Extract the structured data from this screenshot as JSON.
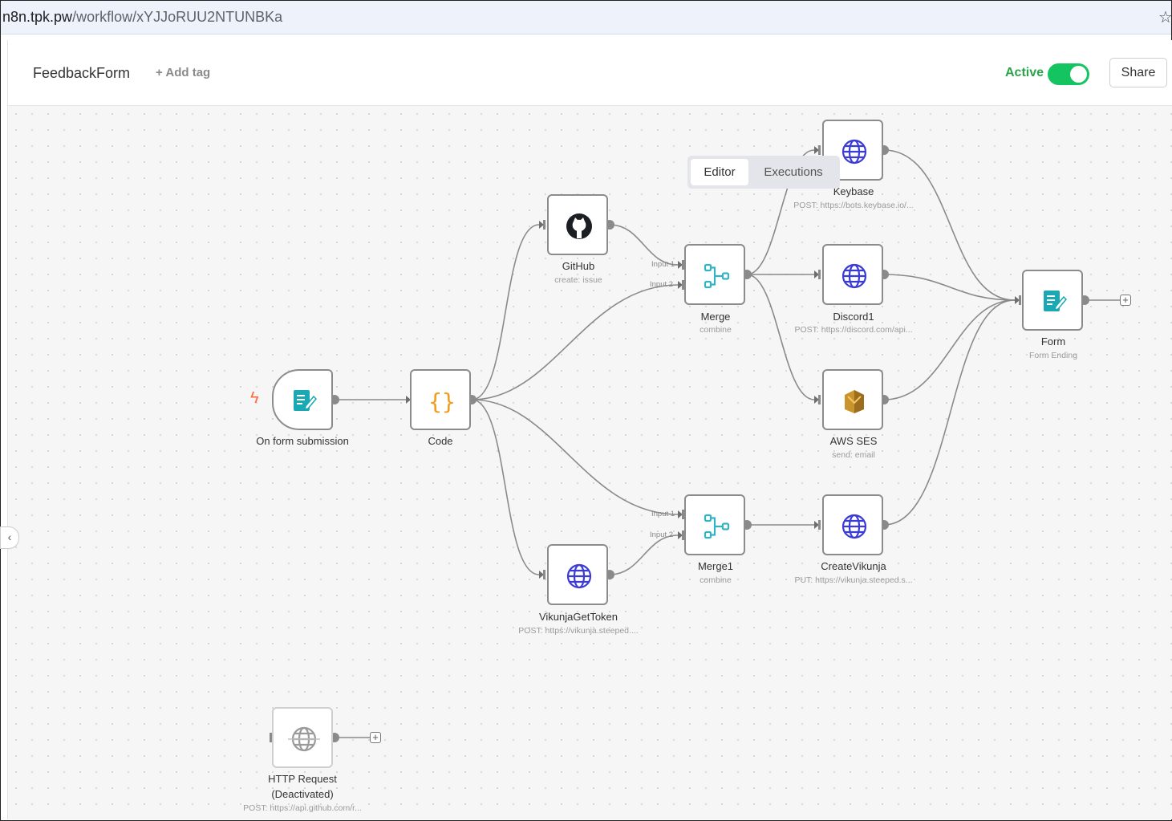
{
  "browser": {
    "url_host": "n8n.tpk.pw",
    "url_path": "/workflow/xYJJoRUU2NTUNBKa",
    "star_icon": "star-icon"
  },
  "header": {
    "workflow_name": "FeedbackForm",
    "add_tag": "+ Add tag",
    "active_label": "Active",
    "active": true,
    "share": "Share"
  },
  "tabs": {
    "editor": "Editor",
    "executions": "Executions"
  },
  "colors": {
    "active_green": "#13c460",
    "node_border": "#8c8c8c",
    "wire": "#8a8a8a",
    "form_teal": "#1aa8b5",
    "http_blue": "#3b3bd6",
    "code_orange": "#f29c1f",
    "aws_gold": "#c9942e",
    "trigger_bolt": "#ff6a3d"
  },
  "nodes": {
    "trigger": {
      "label": "On form submission",
      "icon": "form-icon"
    },
    "code": {
      "label": "Code",
      "icon": "code-braces-icon"
    },
    "github": {
      "label": "GitHub",
      "sub": "create: issue",
      "icon": "github-icon"
    },
    "merge": {
      "label": "Merge",
      "sub": "combine",
      "input1": "Input 1",
      "input2": "Input 2",
      "icon": "merge-icon"
    },
    "merge1": {
      "label": "Merge1",
      "sub": "combine",
      "input1": "Input 1",
      "input2": "Input 2",
      "icon": "merge-icon"
    },
    "keybase": {
      "label": "Keybase",
      "sub": "POST: https://bots.keybase.io/...",
      "icon": "globe-icon"
    },
    "discord1": {
      "label": "Discord1",
      "sub": "POST: https://discord.com/api...",
      "icon": "globe-icon"
    },
    "awsses": {
      "label": "AWS SES",
      "sub": "send: email",
      "icon": "aws-ses-icon"
    },
    "form": {
      "label": "Form",
      "sub": "Form Ending",
      "icon": "form-icon"
    },
    "vikunjagettoken": {
      "label": "VikunjaGetToken",
      "sub": "POST: https://vikunja.steeped....",
      "icon": "globe-icon"
    },
    "createvikunja": {
      "label": "CreateVikunja",
      "sub": "PUT: https://vikunja.steeped.s...",
      "icon": "globe-icon"
    },
    "httprequest": {
      "label_line1": "HTTP Request",
      "label_line2": "(Deactivated)",
      "sub": "POST: https://api.github.com/r...",
      "icon": "globe-icon"
    }
  }
}
